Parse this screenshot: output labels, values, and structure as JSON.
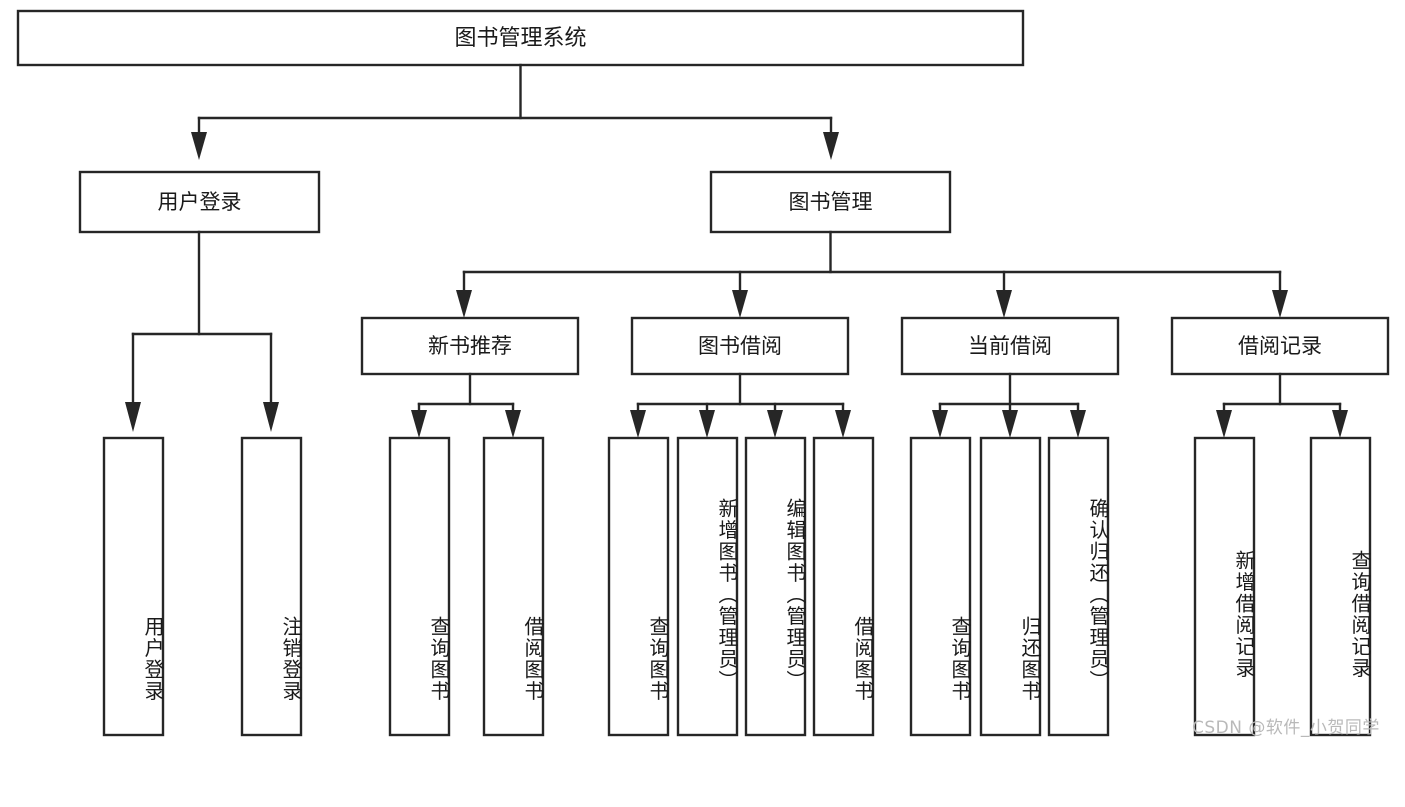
{
  "diagram": {
    "type": "tree-hierarchy",
    "title": "图书管理系统",
    "orientation": "top-down",
    "colors": {
      "box_fill": "#ffffff",
      "box_stroke": "#262626",
      "text": "#1a1a1a",
      "watermark": "#b9b9b9",
      "background": "#ffffff"
    },
    "root": {
      "label": "图书管理系统"
    },
    "level1": [
      {
        "id": "user-login",
        "label": "用户登录"
      },
      {
        "id": "book-management",
        "label": "图书管理"
      }
    ],
    "level2": [
      {
        "id": "new-book-recommend",
        "label": "新书推荐",
        "parent": "book-management"
      },
      {
        "id": "book-borrow",
        "label": "图书借阅",
        "parent": "book-management"
      },
      {
        "id": "current-borrow",
        "label": "当前借阅",
        "parent": "book-management"
      },
      {
        "id": "borrow-record",
        "label": "借阅记录",
        "parent": "book-management"
      }
    ],
    "leaves": {
      "user-login": [
        {
          "id": "leaf-user-login",
          "label": "用户登录"
        },
        {
          "id": "leaf-logout-login",
          "label": "注销登录"
        }
      ],
      "new-book-recommend": [
        {
          "id": "leaf-query-book-1",
          "label": "查询图书"
        },
        {
          "id": "leaf-borrow-book-1",
          "label": "借阅图书"
        }
      ],
      "book-borrow": [
        {
          "id": "leaf-query-book-2",
          "label": "查询图书"
        },
        {
          "id": "leaf-add-book",
          "label": "新增图书（管理员）"
        },
        {
          "id": "leaf-edit-book",
          "label": "编辑图书（管理员）"
        },
        {
          "id": "leaf-borrow-book-2",
          "label": "借阅图书"
        }
      ],
      "current-borrow": [
        {
          "id": "leaf-query-book-3",
          "label": "查询图书"
        },
        {
          "id": "leaf-return-book",
          "label": "归还图书"
        },
        {
          "id": "leaf-confirm-return",
          "label": "确认归还（管理员）"
        }
      ],
      "borrow-record": [
        {
          "id": "leaf-add-borrow-record",
          "label": "新增借阅记录"
        },
        {
          "id": "leaf-query-borrow-record",
          "label": "查询借阅记录"
        }
      ]
    },
    "watermark": "CSDN @软件_小贺同学"
  }
}
